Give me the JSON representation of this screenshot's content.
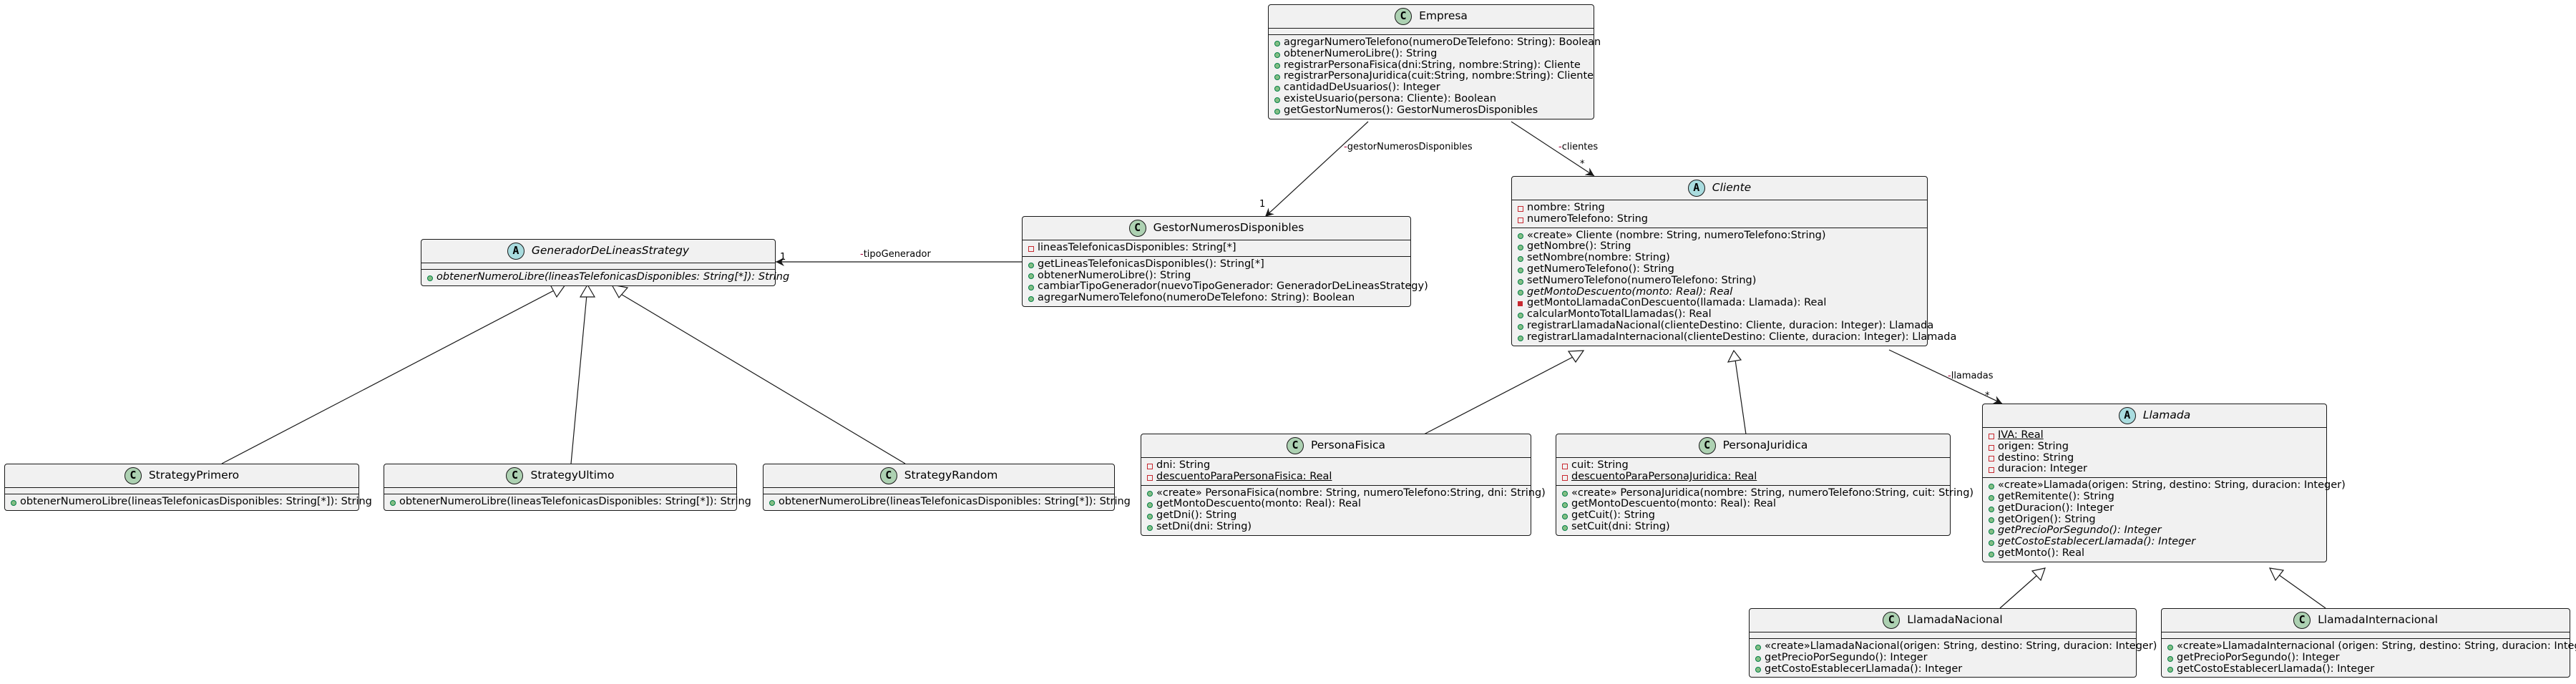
{
  "classes": {
    "empresa": {
      "kind": "class",
      "name": "Empresa",
      "fields": [],
      "methods": [
        {
          "vis": "pub",
          "text": "agregarNumeroTelefono(numeroDeTelefono: String): Boolean"
        },
        {
          "vis": "pub",
          "text": "obtenerNumeroLibre(): String"
        },
        {
          "vis": "pub",
          "text": "registrarPersonaFisica(dni:String, nombre:String): Cliente"
        },
        {
          "vis": "pub",
          "text": "registrarPersonaJuridica(cuit:String, nombre:String): Cliente"
        },
        {
          "vis": "pub",
          "text": "cantidadDeUsuarios(): Integer"
        },
        {
          "vis": "pub",
          "text": "existeUsuario(persona: Cliente): Boolean"
        },
        {
          "vis": "pub",
          "text": "getGestorNumeros(): GestorNumerosDisponibles"
        }
      ]
    },
    "gestor": {
      "kind": "class",
      "name": "GestorNumerosDisponibles",
      "fields": [
        {
          "vis": "priv",
          "text": "lineasTelefonicasDisponibles: String[*]"
        }
      ],
      "methods": [
        {
          "vis": "pub",
          "text": "getLineasTelefonicasDisponibles(): String[*]"
        },
        {
          "vis": "pub",
          "text": "obtenerNumeroLibre(): String"
        },
        {
          "vis": "pub",
          "text": "cambiarTipoGenerador(nuevoTipoGenerador: GeneradorDeLineasStrategy)"
        },
        {
          "vis": "pub",
          "text": "agregarNumeroTelefono(numeroDeTelefono: String): Boolean"
        }
      ]
    },
    "generador": {
      "kind": "abstract",
      "name": "GeneradorDeLineasStrategy",
      "fields": [],
      "methods": [
        {
          "vis": "pub",
          "text": "obtenerNumeroLibre(lineasTelefonicasDisponibles: String[*]): String",
          "italic": true
        }
      ]
    },
    "primero": {
      "kind": "class",
      "name": "StrategyPrimero",
      "fields": [],
      "methods": [
        {
          "vis": "pub",
          "text": "obtenerNumeroLibre(lineasTelefonicasDisponibles: String[*]): String"
        }
      ]
    },
    "ultimo": {
      "kind": "class",
      "name": "StrategyUltimo",
      "fields": [],
      "methods": [
        {
          "vis": "pub",
          "text": "obtenerNumeroLibre(lineasTelefonicasDisponibles: String[*]): String"
        }
      ]
    },
    "random": {
      "kind": "class",
      "name": "StrategyRandom",
      "fields": [],
      "methods": [
        {
          "vis": "pub",
          "text": "obtenerNumeroLibre(lineasTelefonicasDisponibles: String[*]): String"
        }
      ]
    },
    "cliente": {
      "kind": "abstract",
      "name": "Cliente",
      "fields": [
        {
          "vis": "priv",
          "text": "nombre: String"
        },
        {
          "vis": "priv",
          "text": "numeroTelefono: String"
        }
      ],
      "methods": [
        {
          "vis": "pub",
          "text": "«create» Cliente (nombre: String, numeroTelefono:String)"
        },
        {
          "vis": "pub",
          "text": "getNombre(): String"
        },
        {
          "vis": "pub",
          "text": "setNombre(nombre: String)"
        },
        {
          "vis": "pub",
          "text": "getNumeroTelefono(): String"
        },
        {
          "vis": "pub",
          "text": "setNumeroTelefono(numeroTelefono: String)"
        },
        {
          "vis": "pub",
          "text": "getMontoDescuento(monto: Real): Real",
          "italic": true
        },
        {
          "vis": "privf",
          "text": "getMontoLlamadaConDescuento(llamada: Llamada): Real"
        },
        {
          "vis": "pub",
          "text": "calcularMontoTotalLlamadas(): Real"
        },
        {
          "vis": "pub",
          "text": "registrarLlamadaNacional(clienteDestino: Cliente, duracion: Integer): Llamada"
        },
        {
          "vis": "pub",
          "text": "registrarLlamadaInternacional(clienteDestino: Cliente, duracion: Integer): Llamada"
        }
      ]
    },
    "fisica": {
      "kind": "class",
      "name": "PersonaFisica",
      "fields": [
        {
          "vis": "priv",
          "text": "dni: String"
        },
        {
          "vis": "priv",
          "text": "descuentoParaPersonaFisica: Real",
          "static": true
        }
      ],
      "methods": [
        {
          "vis": "pub",
          "text": "«create» PersonaFisica(nombre: String, numeroTelefono:String, dni: String)"
        },
        {
          "vis": "pub",
          "text": "getMontoDescuento(monto: Real): Real"
        },
        {
          "vis": "pub",
          "text": "getDni(): String"
        },
        {
          "vis": "pub",
          "text": "setDni(dni: String)"
        }
      ]
    },
    "juridica": {
      "kind": "class",
      "name": "PersonaJuridica",
      "fields": [
        {
          "vis": "priv",
          "text": "cuit: String"
        },
        {
          "vis": "priv",
          "text": "descuentoParaPersonaJuridica: Real",
          "static": true
        }
      ],
      "methods": [
        {
          "vis": "pub",
          "text": "«create» PersonaJuridica(nombre: String, numeroTelefono:String, cuit: String)"
        },
        {
          "vis": "pub",
          "text": "getMontoDescuento(monto: Real): Real"
        },
        {
          "vis": "pub",
          "text": "getCuit(): String"
        },
        {
          "vis": "pub",
          "text": "setCuit(dni: String)"
        }
      ]
    },
    "llamada": {
      "kind": "abstract",
      "name": "Llamada",
      "fields": [
        {
          "vis": "priv",
          "text": "IVA: Real",
          "static": true
        },
        {
          "vis": "priv",
          "text": "origen: String"
        },
        {
          "vis": "priv",
          "text": "destino: String"
        },
        {
          "vis": "priv",
          "text": "duracion: Integer"
        }
      ],
      "methods": [
        {
          "vis": "pub",
          "text": "«create»Llamada(origen: String, destino: String, duracion: Integer)"
        },
        {
          "vis": "pub",
          "text": "getRemitente(): String"
        },
        {
          "vis": "pub",
          "text": "getDuracion(): Integer"
        },
        {
          "vis": "pub",
          "text": "getOrigen(): String"
        },
        {
          "vis": "pub",
          "text": "getPrecioPorSegundo(): Integer",
          "italic": true
        },
        {
          "vis": "pub",
          "text": "getCostoEstablecerLlamada(): Integer",
          "italic": true
        },
        {
          "vis": "pub",
          "text": "getMonto(): Real"
        }
      ]
    },
    "nacional": {
      "kind": "class",
      "name": "LlamadaNacional",
      "fields": [],
      "methods": [
        {
          "vis": "pub",
          "text": "«create»LlamadaNacional(origen: String, destino: String, duracion: Integer)"
        },
        {
          "vis": "pub",
          "text": "getPrecioPorSegundo(): Integer"
        },
        {
          "vis": "pub",
          "text": "getCostoEstablecerLlamada(): Integer"
        }
      ]
    },
    "internacional": {
      "kind": "class",
      "name": "LlamadaInternacional",
      "fields": [],
      "methods": [
        {
          "vis": "pub",
          "text": "«create»LlamadaInternacional (origen: String, destino: String, duracion: Integer)"
        },
        {
          "vis": "pub",
          "text": "getPrecioPorSegundo(): Integer"
        },
        {
          "vis": "pub",
          "text": "getCostoEstablecerLlamada(): Integer"
        }
      ]
    }
  },
  "relations": {
    "gestor": {
      "label": "gestorNumerosDisponibles",
      "mult": "1"
    },
    "clientes": {
      "label": "clientes",
      "mult": "*"
    },
    "generador": {
      "label": "tipoGenerador",
      "mult": "1"
    },
    "llamadas": {
      "label": "llamadas",
      "mult": "*"
    }
  },
  "badge_letters": {
    "class": "C",
    "abstract": "A"
  },
  "colors": {
    "class_badge": "#add1b2",
    "abstract_badge": "#a9dcdf",
    "box_fill": "#f1f1f1",
    "line": "#181818",
    "private_red": "#c82930",
    "public_green": "#84be84"
  }
}
